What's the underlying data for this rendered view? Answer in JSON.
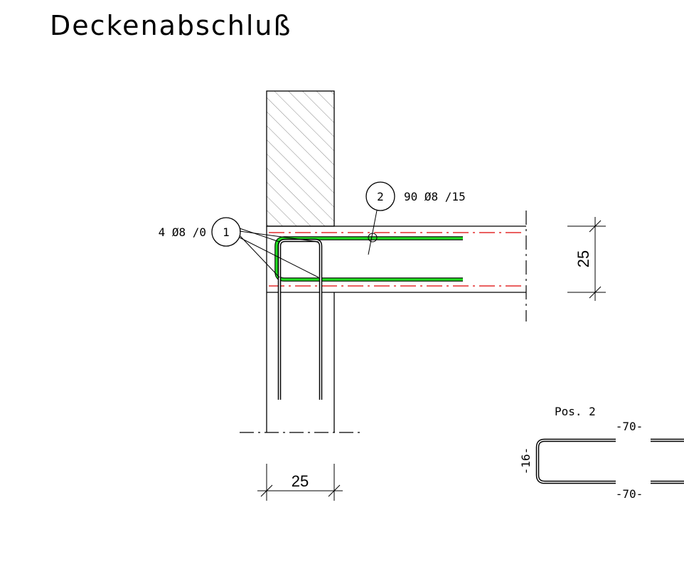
{
  "title": "Deckenabschluß",
  "callouts": {
    "pos1": {
      "number": "1",
      "label": "4 Ø8 /0"
    },
    "pos2": {
      "number": "2",
      "label": "90 Ø8 /15"
    }
  },
  "dimensions": {
    "slab_thickness": "25",
    "wall_width": "25"
  },
  "bending_schedule": {
    "title": "Pos. 2",
    "length_top": "-70-",
    "length_bottom": "-70-",
    "height": "-16-"
  },
  "colors": {
    "linework": "#000000",
    "rebar_highlight": "#22dd22",
    "axis_line": "#dd0000",
    "hatch": "#888888"
  }
}
